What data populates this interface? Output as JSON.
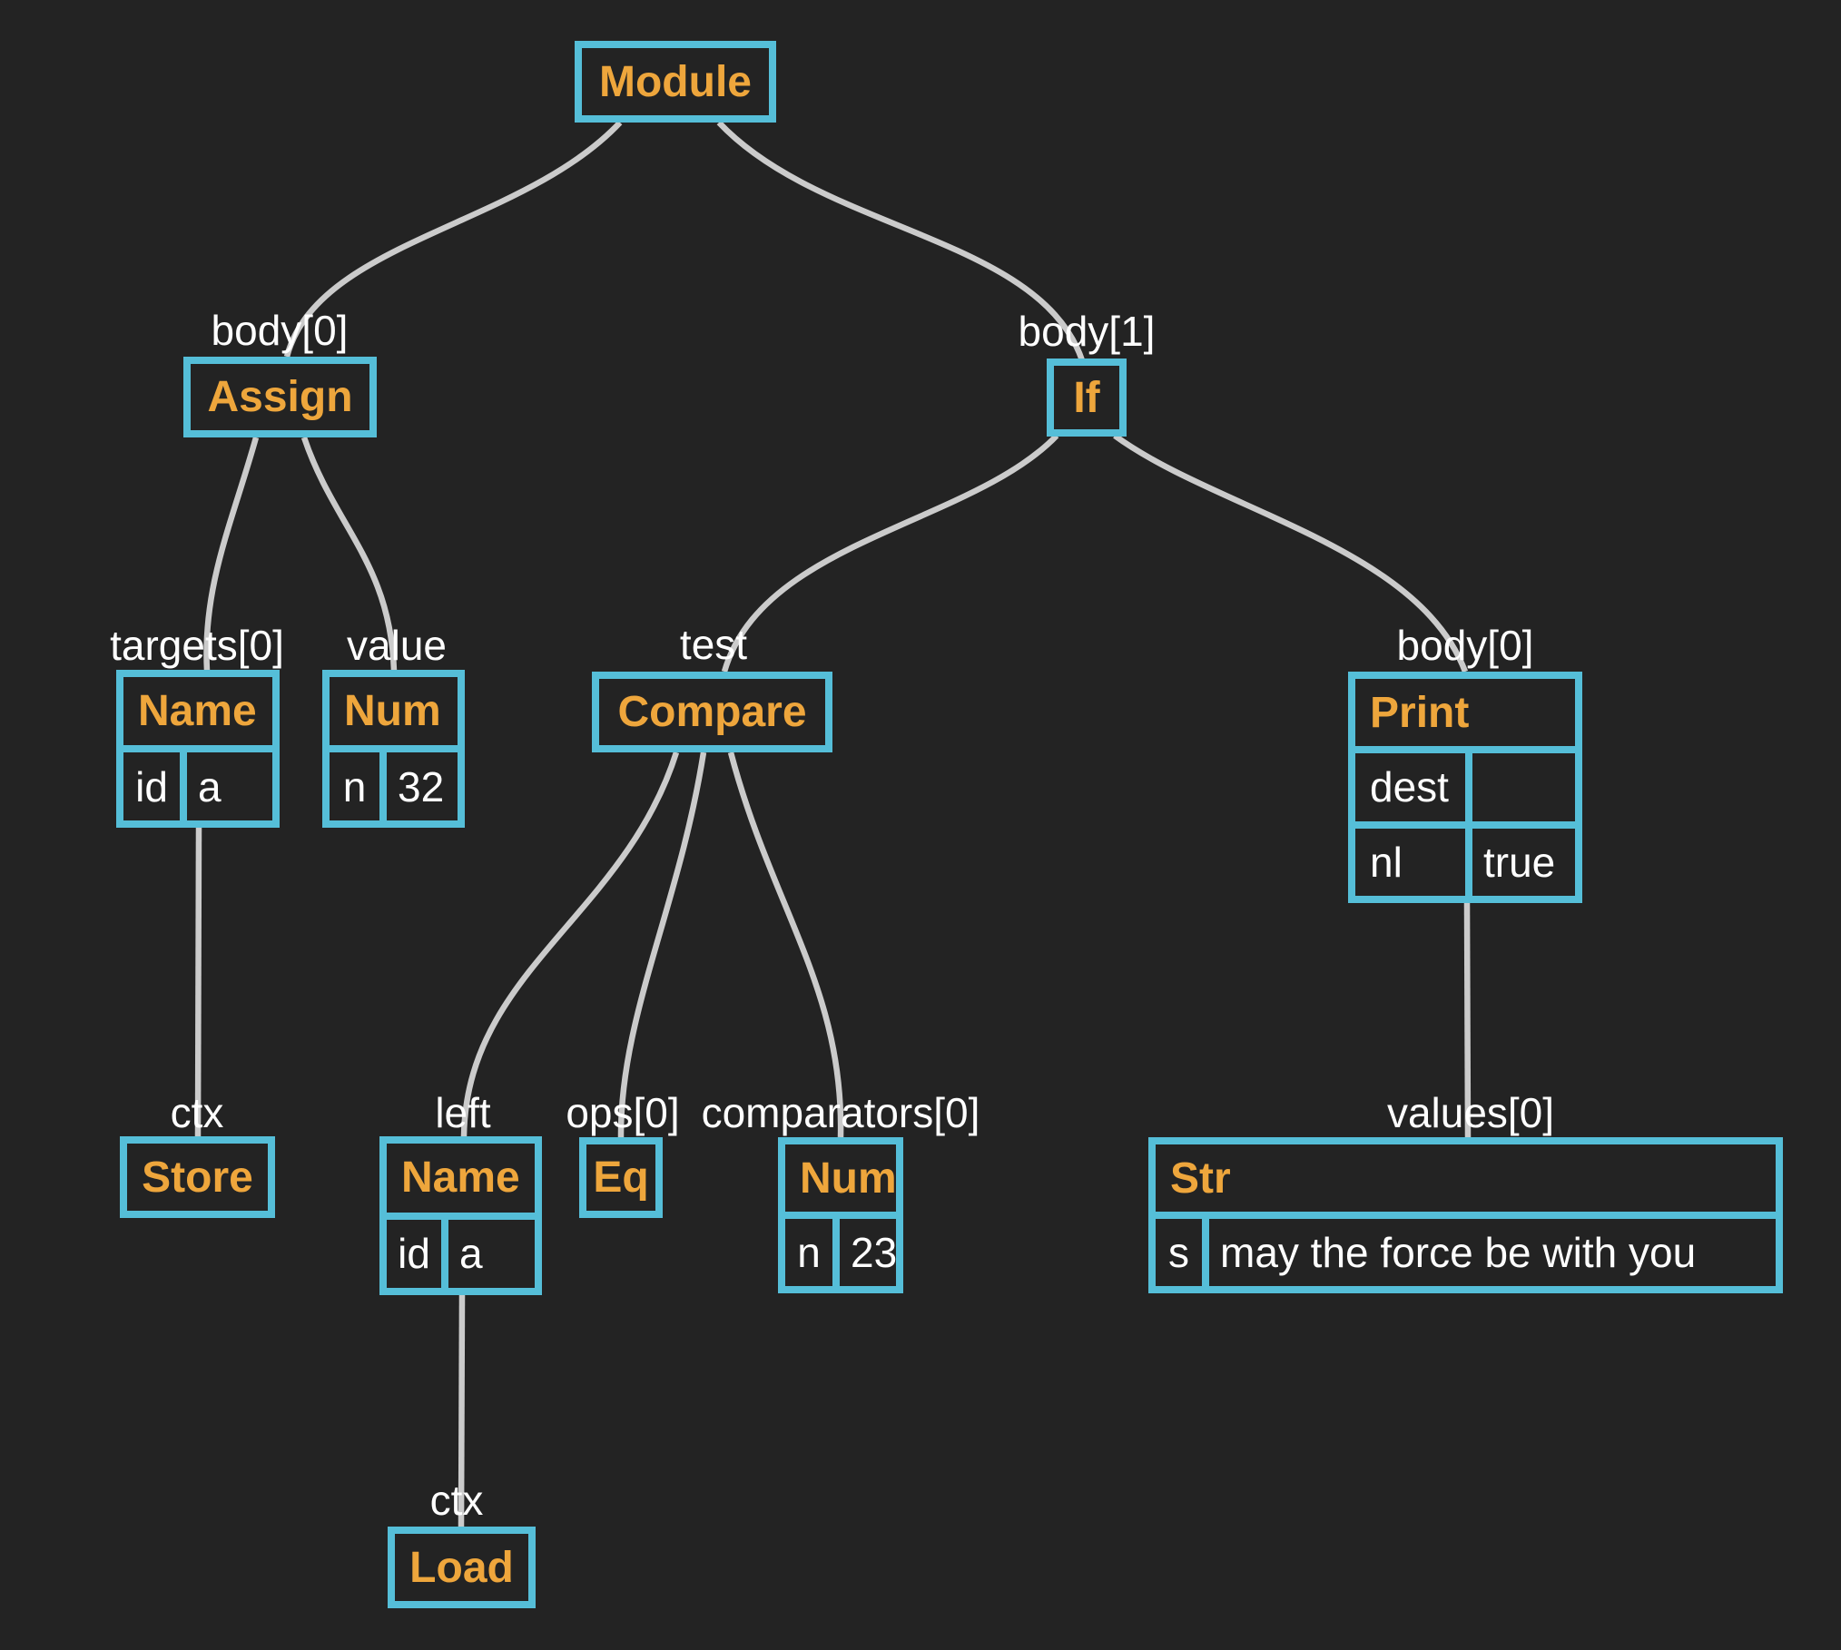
{
  "colors": {
    "background": "#232323",
    "node_border": "#55bed8",
    "node_title": "#eea63c",
    "text": "#ffffff",
    "edge": "#cbcbcb"
  },
  "edge_labels": {
    "module_assign": "body[0]",
    "module_if": "body[1]",
    "assign_name": "targets[0]",
    "assign_num": "value",
    "if_compare": "test",
    "if_print": "body[0]",
    "name_store": "ctx",
    "compare_name": "left",
    "compare_eq": "ops[0]",
    "compare_num": "comparators[0]",
    "print_str": "values[0]",
    "name_load": "ctx"
  },
  "nodes": {
    "module": {
      "title": "Module"
    },
    "assign": {
      "title": "Assign"
    },
    "if": {
      "title": "If"
    },
    "name1": {
      "title": "Name",
      "fields": [
        {
          "key": "id",
          "value": "a"
        }
      ]
    },
    "num1": {
      "title": "Num",
      "fields": [
        {
          "key": "n",
          "value": "32"
        }
      ]
    },
    "compare": {
      "title": "Compare"
    },
    "print": {
      "title": "Print",
      "fields": [
        {
          "key": "dest",
          "value": ""
        },
        {
          "key": "nl",
          "value": "true"
        }
      ]
    },
    "store": {
      "title": "Store"
    },
    "name2": {
      "title": "Name",
      "fields": [
        {
          "key": "id",
          "value": "a"
        }
      ]
    },
    "eq": {
      "title": "Eq"
    },
    "num2": {
      "title": "Num",
      "fields": [
        {
          "key": "n",
          "value": "23"
        }
      ]
    },
    "str": {
      "title": "Str",
      "fields": [
        {
          "key": "s",
          "value": "may the force be with you"
        }
      ]
    },
    "load": {
      "title": "Load"
    }
  }
}
